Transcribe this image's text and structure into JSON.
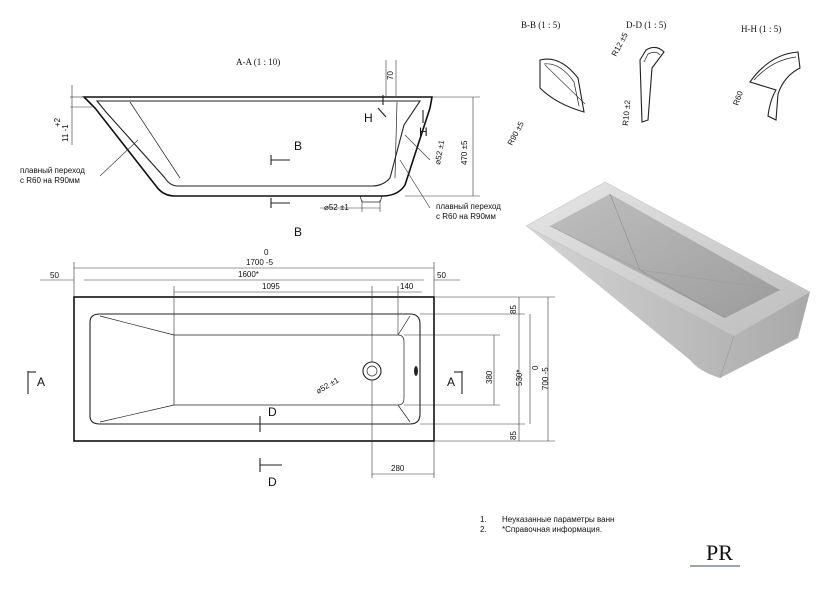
{
  "views": {
    "section_aa": "A-A  (1 : 10)",
    "section_bb": "B-B  (1 : 5)",
    "section_dd": "D-D  (1 : 5)",
    "section_hh": "H-H  (1 : 5)"
  },
  "side_view": {
    "dim_70": "70",
    "dim_tol_top": "+2",
    "dim_tol_11": "11 -1",
    "dim_470": "470 ±5",
    "dim_drain_diam": "⌀52 ±1",
    "dim_drain_bottom": "⌀52 ±1",
    "note_left_1": "плавный переход",
    "note_left_2": "с R60 на R90мм",
    "note_right_1": "плавный переход",
    "note_right_2": "с R60 на R90мм",
    "cut_b": "B",
    "cut_h": "H"
  },
  "details": {
    "bb_radius": "R90 ±5",
    "dd_radius_top": "R12 ±5",
    "dd_radius_bottom": "R10 ±2",
    "hh_radius": "R60"
  },
  "top_view": {
    "dim_0": "0",
    "dim_1700": "1700 -5",
    "dim_50_left": "50",
    "dim_50_right": "50",
    "dim_1600": "1600*",
    "dim_1095": "1095",
    "dim_140": "140",
    "dim_85_top": "85",
    "dim_85_bottom": "85",
    "dim_380": "380",
    "dim_530": "530*",
    "dim_0_right": "0",
    "dim_700": "700 -5",
    "dim_280": "280",
    "dim_drain": "⌀52 ±1",
    "cut_a": "A",
    "cut_d": "D"
  },
  "notes": {
    "n1_num": "1.",
    "n1_text": "Неуказанные параметры ванн",
    "n2_num": "2.",
    "n2_text": "*Справочная информация."
  },
  "logo": {
    "text": "PR"
  }
}
